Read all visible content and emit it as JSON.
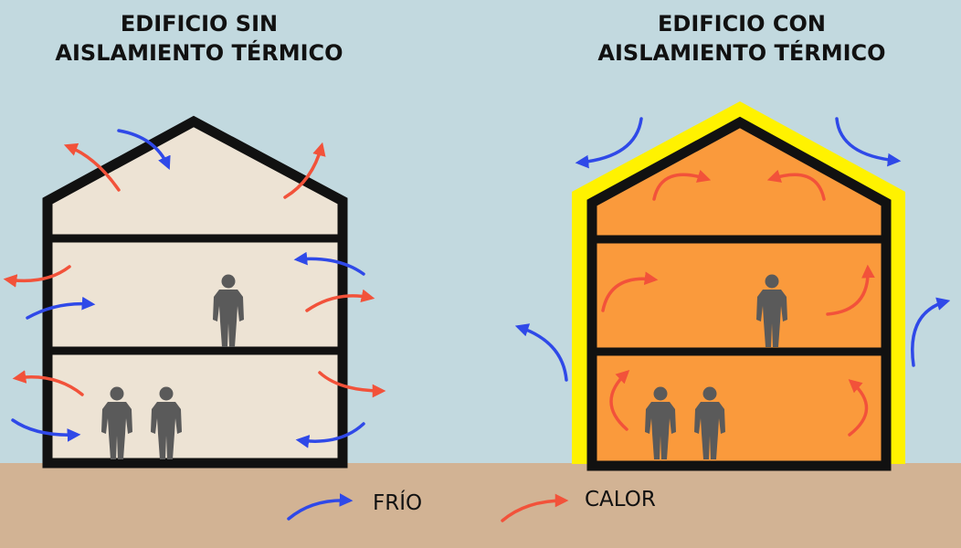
{
  "titles": {
    "left": {
      "line1": "EDIFICIO SIN",
      "line2": "AISLAMIENTO TÉRMICO"
    },
    "right": {
      "line1": "EDIFICIO CON",
      "line2": "AISLAMIENTO TÉRMICO"
    }
  },
  "legend": {
    "cold": {
      "label": "FRÍO",
      "color": "#2f49e8",
      "icon": "blue-curved-arrow"
    },
    "heat": {
      "label": "CALOR",
      "color": "#f2523a",
      "icon": "red-curved-arrow"
    }
  },
  "colors": {
    "sky": "#c2d9df",
    "ground": "#d2b394",
    "wall": "#111111",
    "interior_uninsulated": "#ede3d4",
    "interior_insulated": "#fa9a3c",
    "insulation": "#fff200",
    "person": "#5a5a5a"
  }
}
